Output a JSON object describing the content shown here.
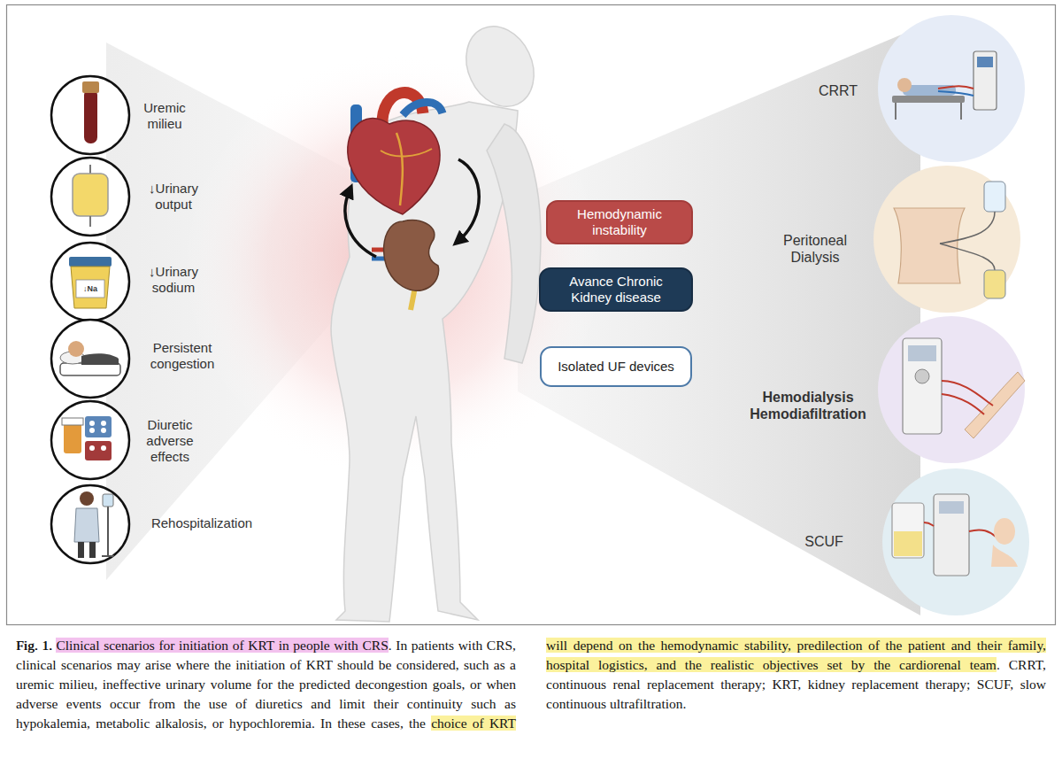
{
  "diagram": {
    "caption": "Fig. 1. Clinical scenarios for initiation of KRT in people with CRS. In patients with CRS, clinical scenarios may arise where the initiation of KRT should be considered, such as a uremic milieu, ineffective urinary volume for the predicted decongestion goals, or when adverse events occur from the use of diuretics and limit their continuity such as hypokalemia, metabolic alkalosis, or hypochloremia. In these cases, the choice of KRT will depend on the hemodynamic stability, predilection of the patient and their family, hospital logistics, and the realistic objectives set by the cardiorenal team. CRRT, continuous renal replacement therapy; KRT, kidney replacement therapy; SCUF, slow continuous ultrafiltration.",
    "nodes": [
      {
        "text": [
          "Hemodynamic instability"
        ]
      },
      {
        "text": [
          "Avance Chronic Kidney disease"
        ]
      },
      {
        "text": [
          "Isolated UF devices"
        ]
      }
    ],
    "labels": [
      "Uremic milieu",
      "↓Urinary output",
      "↓Na",
      "↓Urinary sodium",
      "Persistent congestion",
      "Diuretic adverse effects",
      "Rehospitalization",
      "CRRT",
      "Peritoneal Dialysis",
      "Hemodialysis Hemodiafiltration",
      "SCUF"
    ]
  }
}
